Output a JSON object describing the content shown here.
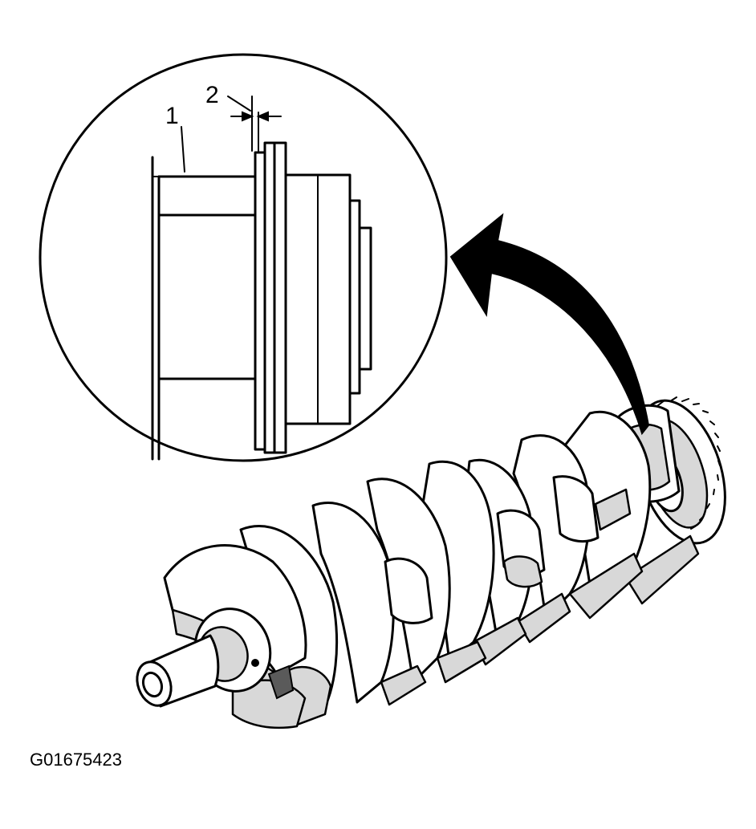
{
  "figure": {
    "id": "G01675423",
    "callouts": [
      {
        "number": "1"
      },
      {
        "number": "2"
      }
    ]
  },
  "colors": {
    "line": "#000000",
    "background": "#ffffff",
    "shade": "#d8d8d8"
  }
}
